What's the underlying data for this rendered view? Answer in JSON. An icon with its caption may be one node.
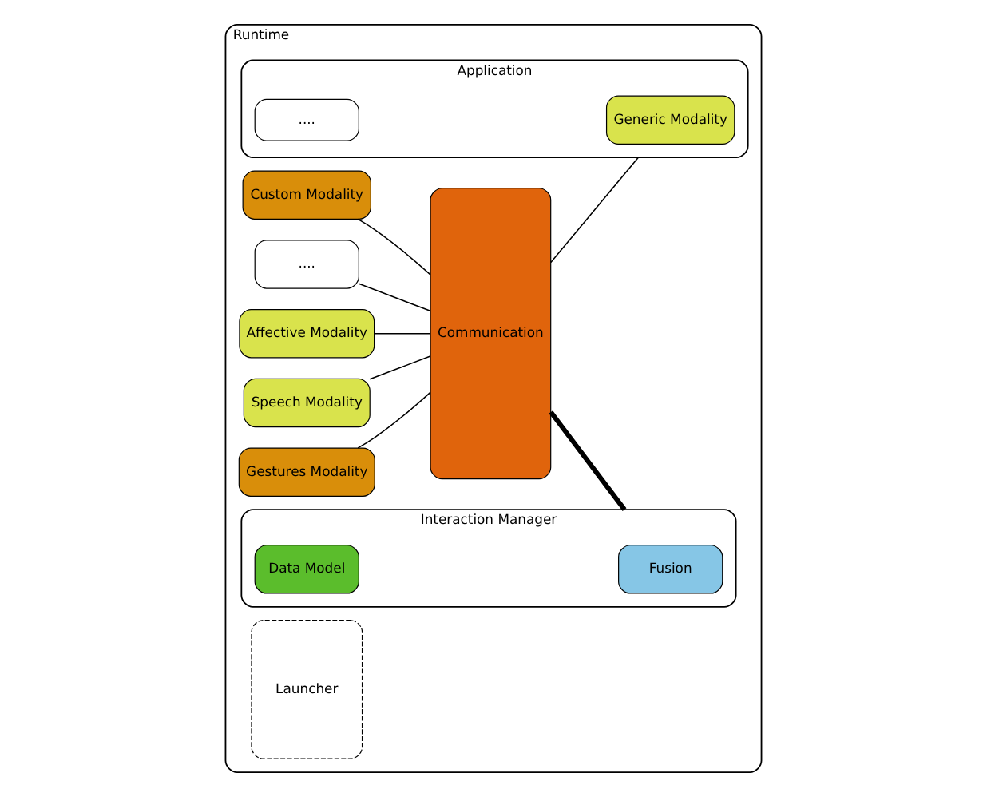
{
  "diagram": {
    "nodes": [
      {
        "text": [
          "Runtime"
        ]
      },
      {
        "text": [
          "Affective Modality"
        ],
        "in": 0
      },
      {
        "text": [
          "Speech Modality"
        ],
        "in": 0
      },
      {
        "text": [
          "Gestures Modality"
        ],
        "in": 0
      },
      {
        "text": [
          "Custom Modality"
        ],
        "in": 0
      },
      {
        "text": [
          "...."
        ],
        "in": 0
      },
      {
        "text": [
          "Communication"
        ],
        "in": 0
      },
      {
        "text": [
          "Interaction Manager"
        ],
        "in": 0
      },
      {
        "text": [
          "Fusion"
        ],
        "in": 7
      },
      {
        "text": [
          "Data Model"
        ],
        "in": 7
      },
      {
        "text": [
          "Application"
        ],
        "in": 0
      },
      {
        "text": [
          "Generic Modality"
        ],
        "in": 10
      },
      {
        "text": [
          "...."
        ],
        "in": 10
      },
      {
        "text": [
          "Launcher"
        ],
        "in": 0
      }
    ],
    "edges": [
      {
        "from": 1,
        "to": 6,
        "arrow": "none"
      },
      {
        "from": 2,
        "to": 6,
        "arrow": "none"
      },
      {
        "from": 3,
        "to": 6,
        "arrow": "none"
      },
      {
        "from": 4,
        "to": 6,
        "arrow": "none"
      },
      {
        "from": 5,
        "to": 6,
        "arrow": "none"
      },
      {
        "from": 6,
        "to": 7,
        "arrow": "none",
        "style": "thick"
      },
      {
        "from": 6,
        "to": 10,
        "arrow": "none"
      }
    ]
  }
}
